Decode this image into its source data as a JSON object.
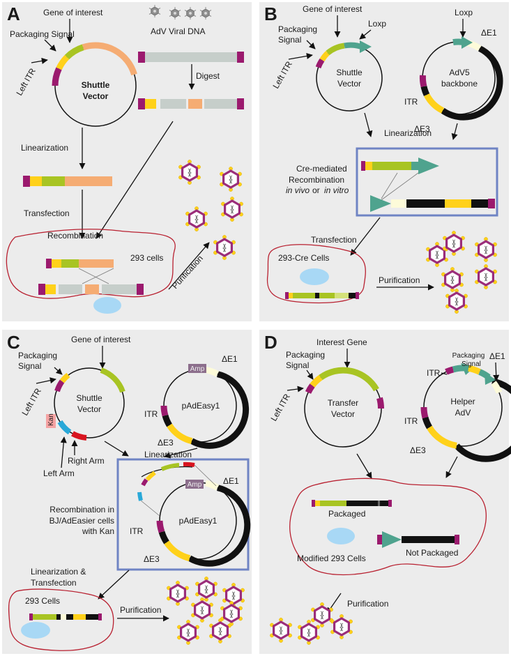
{
  "panels": {
    "A": {
      "letter": "A",
      "gene": "Gene of interest",
      "packaging": "Packaging Signal",
      "left_itr": "Left ITR",
      "shuttle_1": "Shuttle",
      "shuttle_2": "Vector",
      "adv_dna": "AdV Viral DNA",
      "digest": "Digest",
      "linearization": "Linearization",
      "transfection": "Transfection",
      "recombination": "Recombination",
      "cells": "293 cells",
      "purification": "Purification"
    },
    "B": {
      "letter": "B",
      "gene": "Gene of interest",
      "loxp_1": "Loxp",
      "loxp_2": "Loxp",
      "packaging_1": "Packaging",
      "packaging_2": "Signal",
      "left_itr": "Left ITR",
      "shuttle_1": "Shuttle",
      "shuttle_2": "Vector",
      "de1": "ΔE1",
      "adv5_1": "AdV5",
      "adv5_2": "backbone",
      "itr": "ITR",
      "de3": "ΔE3",
      "linearization": "Linearization",
      "cre_1": "Cre-mediated",
      "cre_2": "Recombination",
      "cre_3a": "in vivo",
      "cre_3b": " or ",
      "cre_3c": "in vitro",
      "transfection": "Transfection",
      "cells": "293-Cre Cells",
      "purification": "Purification"
    },
    "C": {
      "letter": "C",
      "gene": "Gene of interest",
      "packaging_1": "Packaging",
      "packaging_2": "Signal",
      "left_itr": "Left ITR",
      "shuttle_1": "Shuttle",
      "shuttle_2": "Vector",
      "kan": "Kan",
      "amp_1": "Amp",
      "amp_2": "Amp",
      "de1_1": "ΔE1",
      "de1_2": "ΔE1",
      "itr_1": "ITR",
      "itr_2": "ITR",
      "pad_1": "pAdEasy1",
      "pad_2": "pAdEasy1",
      "de3_1": "ΔE3",
      "de3_2": "ΔE3",
      "right_arm": "Right Arm",
      "left_arm": "Left Arm",
      "linearization": "Linearization",
      "recomb_1": "Recombination in",
      "recomb_2": "BJ/AdEasier cells",
      "recomb_3": "with Kan",
      "lt_1": "Linearization &",
      "lt_2": "Transfection",
      "cells": "293 Cells",
      "purification": "Purification"
    },
    "D": {
      "letter": "D",
      "gene": "Interest Gene",
      "packaging_1": "Packaging",
      "packaging_2": "Signal",
      "left_itr": "Left ITR",
      "transfer_1": "Transfer",
      "transfer_2": "Vector",
      "itr_1": "ITR",
      "itr_2": "ITR",
      "packaging_small_1": "Packaging",
      "packaging_small_2": "Signal",
      "de1": "ΔE1",
      "helper_1": "Helper",
      "helper_2": "AdV",
      "de3": "ΔE3",
      "packaged": "Packaged",
      "cells": "Modified 293 Cells",
      "not_packaged": "Not Packaged",
      "purification": "Purification"
    }
  },
  "colors": {
    "itr": "#9b1a6e",
    "packaging": "#ffd11a",
    "gene": "#a8c423",
    "orange": "#f5ac73",
    "gray_dna": "#c6ceca",
    "loxp": "#4fa38e",
    "black": "#111111",
    "cream": "#fdfbd9",
    "kan": "#f5a3a3",
    "cyan": "#29a8d8",
    "red": "#d8141f",
    "purple": "#7a3b8c",
    "amp": "#8c6e8c",
    "box_border": "#6f84c4",
    "cell_border": "#b82030",
    "nucleus": "#a8d8f5",
    "virion": "#9b2d7a"
  }
}
